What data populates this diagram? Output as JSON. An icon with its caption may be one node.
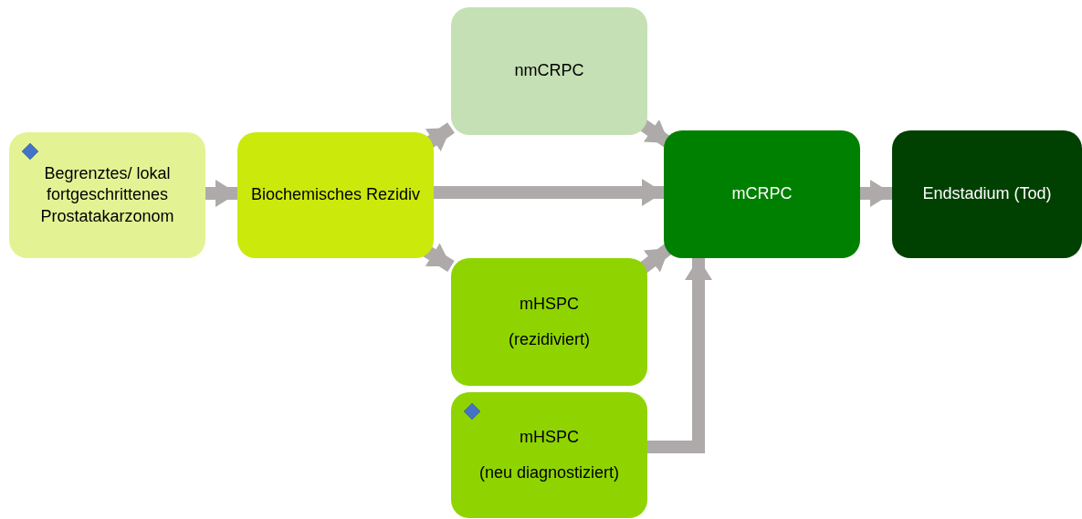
{
  "diagram": {
    "nodes": [
      {
        "text": [
          "Begrenztes/ lokal fortgeschrittenes Prostatakarzonom"
        ]
      },
      {
        "text": [
          "Biochemisches Rezidiv"
        ]
      },
      {
        "text": [
          "nmCRPC"
        ]
      },
      {
        "text": [
          "mCRPC"
        ]
      },
      {
        "text": [
          "Endstadium (Tod)"
        ]
      },
      {
        "text": [
          "mHSPC",
          "(rezidiviert)"
        ]
      },
      {
        "text": [
          "mHSPC",
          "(neu diagnostiziert)"
        ]
      }
    ],
    "edges": [
      {
        "from": 0,
        "to": 1,
        "arrow": "to"
      },
      {
        "from": 1,
        "to": 2,
        "arrow": "to"
      },
      {
        "from": 1,
        "to": 3,
        "arrow": "to"
      },
      {
        "from": 1,
        "to": 5,
        "arrow": "to"
      },
      {
        "from": 2,
        "to": 3,
        "arrow": "to"
      },
      {
        "from": 5,
        "to": 3,
        "arrow": "to"
      },
      {
        "from": 6,
        "to": 3,
        "arrow": "to"
      },
      {
        "from": 3,
        "to": 4,
        "arrow": "to"
      }
    ]
  }
}
